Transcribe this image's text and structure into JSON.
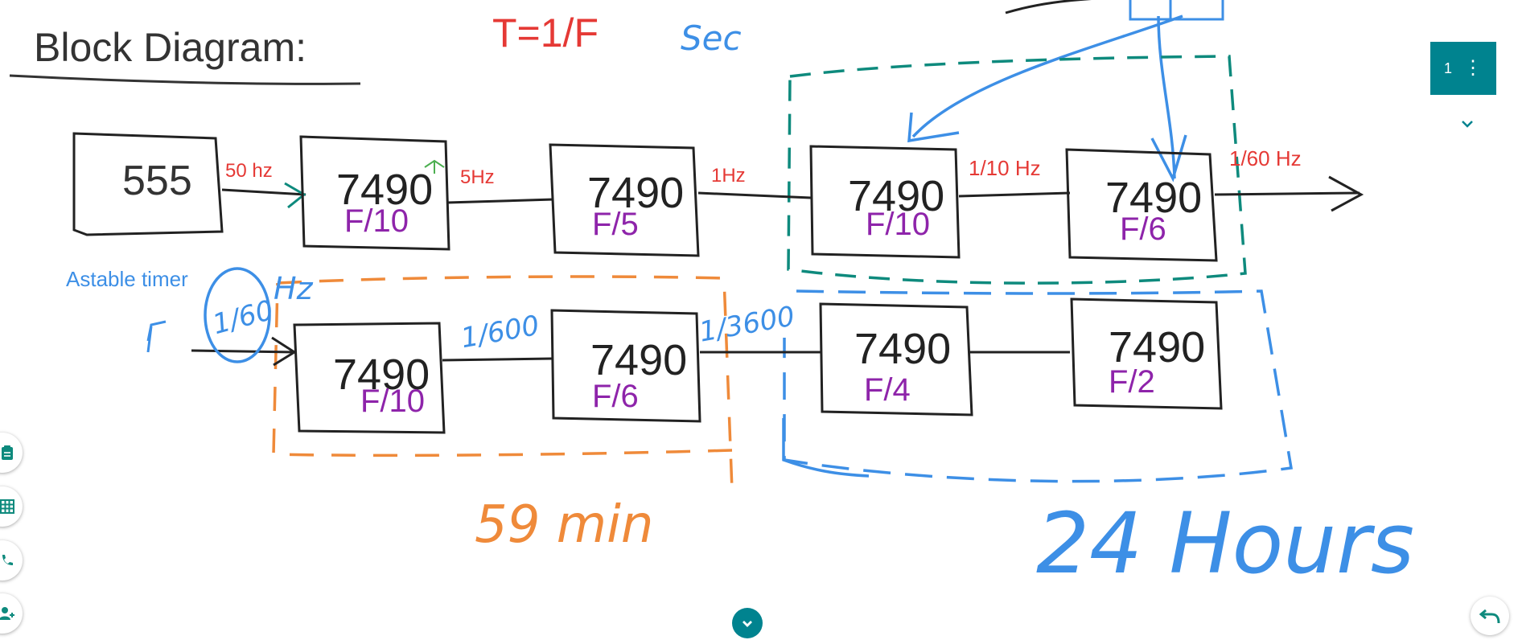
{
  "title": "Block Diagram:",
  "formula": "T=1/F",
  "unit_note": "Sec",
  "blocks": {
    "timer": "555",
    "b1": {
      "chip": "7490",
      "div": "F/10"
    },
    "b2": {
      "chip": "7490",
      "div": "F/5"
    },
    "b3": {
      "chip": "7490",
      "div": "F/10"
    },
    "b4": {
      "chip": "7490",
      "div": "F/6"
    },
    "b5": {
      "chip": "7490",
      "div": "F/10"
    },
    "b6": {
      "chip": "7490",
      "div": "F/6"
    },
    "b7": {
      "chip": "7490",
      "div": "F/4"
    },
    "b8": {
      "chip": "7490",
      "div": "F/2"
    }
  },
  "freq_labels": {
    "f1": "50 hz",
    "f2": "5Hz",
    "f3": "1Hz",
    "f4": "1/10 Hz",
    "f5": "1/60 Hz"
  },
  "astable_label": "Astable timer",
  "hand_notes": {
    "in_freq": "1/60",
    "hz": "Hz",
    "f_600": "1/600",
    "f_3600": "1/3600",
    "minutes": "59 min",
    "hours": "24 Hours"
  },
  "ui": {
    "page_number": "1",
    "more": "⋮"
  },
  "colors": {
    "ink": "#222222",
    "red": "#e53935",
    "purple": "#8e24aa",
    "blue": "#3d8fe6",
    "teal": "#0e8a7d",
    "orange": "#ef8a3a",
    "accent": "#00838f"
  }
}
